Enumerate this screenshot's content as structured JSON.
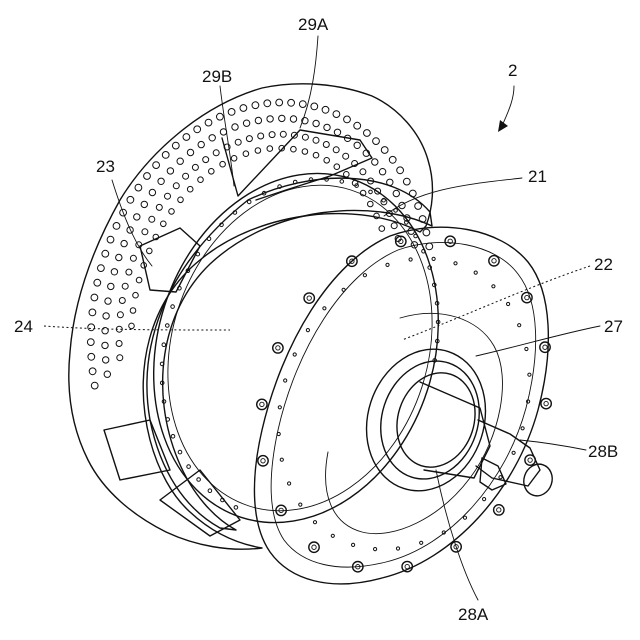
{
  "labels": {
    "fig_ref": "2",
    "disc_outer": "29A",
    "disc_arm": "29B",
    "mount": "23",
    "rotor": "24",
    "housing": "21",
    "cover": "22",
    "flange": "27",
    "shaft_end": "28B",
    "shaft_base": "28A"
  }
}
